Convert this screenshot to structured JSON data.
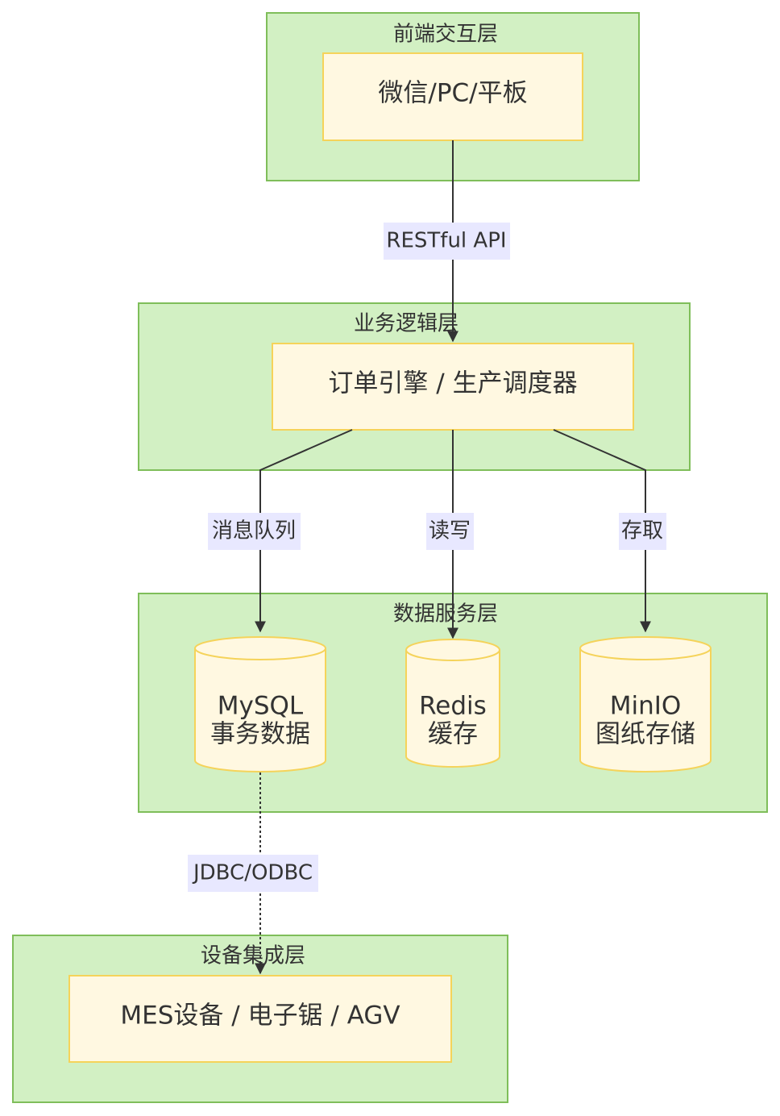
{
  "clusters": {
    "frontend": {
      "title": "前端交互层"
    },
    "business": {
      "title": "业务逻辑层"
    },
    "data": {
      "title": "数据服务层"
    },
    "device": {
      "title": "设备集成层"
    }
  },
  "nodes": {
    "client": {
      "label": "微信/PC/平板"
    },
    "engine": {
      "label": "订单引擎 / 生产调度器"
    },
    "mysql": {
      "line1": "MySQL",
      "line2": "事务数据"
    },
    "redis": {
      "line1": "Redis",
      "line2": "缓存"
    },
    "minio": {
      "line1": "MinIO",
      "line2": "图纸存储"
    },
    "equipment": {
      "label": "MES设备 / 电子锯 / AGV"
    }
  },
  "edges": {
    "restful": {
      "label": "RESTful API"
    },
    "queue": {
      "label": "消息队列"
    },
    "readwrite": {
      "label": "读写"
    },
    "access": {
      "label": "存取"
    },
    "jdbc": {
      "label": "JDBC/ODBC"
    }
  }
}
